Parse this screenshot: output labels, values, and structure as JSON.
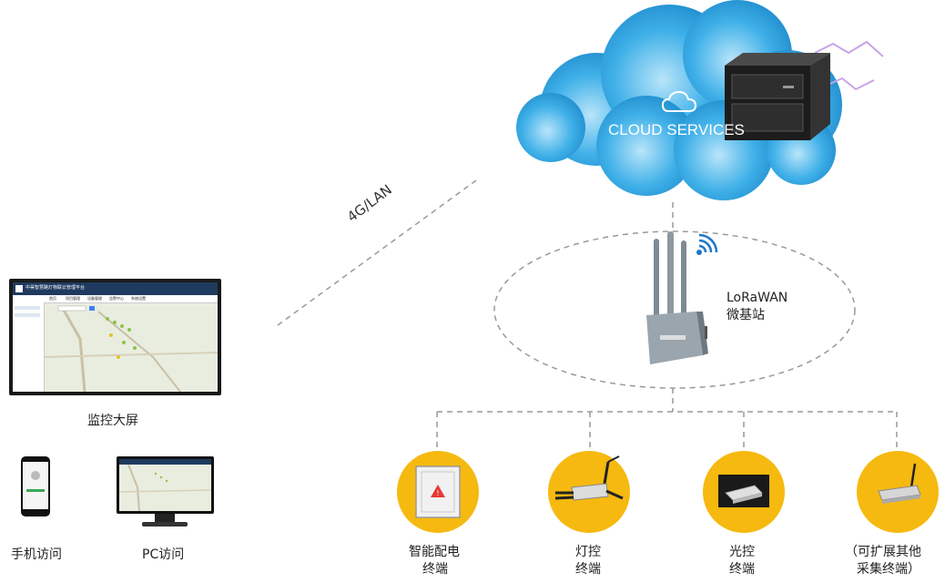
{
  "colors": {
    "accent": "#f6b90f",
    "cloud": "#2aa3e2",
    "cloud_light": "#a6dcf7",
    "line": "#999999"
  },
  "link_label": "4G/LAN",
  "cloud": {
    "label": "CLOUD SERVICES",
    "icon": "cloud-icon"
  },
  "gateway": {
    "line1": "LoRaWAN",
    "line2": "微基站",
    "icon": "wifi-signal-icon"
  },
  "access": {
    "big_screen": {
      "label": "监控大屏",
      "app_title": "中昊智慧路灯物联云管理平台",
      "tabs": [
        "首页",
        "项目管理",
        "设备管理",
        "告警中心",
        "系统设置"
      ]
    },
    "mobile": {
      "label": "手机访问"
    },
    "pc": {
      "label": "PC访问"
    }
  },
  "terminals": [
    {
      "line1": "智能配电",
      "line2": "终端"
    },
    {
      "line1": "灯控",
      "line2": "终端"
    },
    {
      "line1": "光控",
      "line2": "终端"
    },
    {
      "line1": "（可扩展其他",
      "line2": "采集终端）"
    }
  ]
}
